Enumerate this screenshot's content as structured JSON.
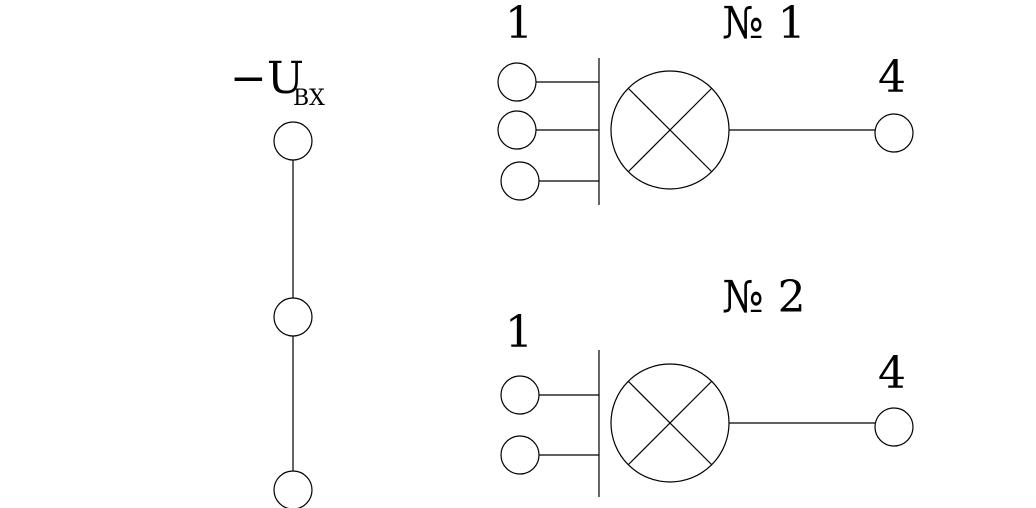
{
  "diagram": {
    "input_terminal": {
      "main_label": "−U",
      "subscript": "ВХ"
    },
    "lamp1": {
      "title": "№ 1",
      "input_label": "1",
      "output_label": "4"
    },
    "lamp2": {
      "title": "№ 2",
      "input_label": "1",
      "output_label": "4"
    },
    "colors": {
      "line": "#000000",
      "background": "#ffffff"
    }
  }
}
